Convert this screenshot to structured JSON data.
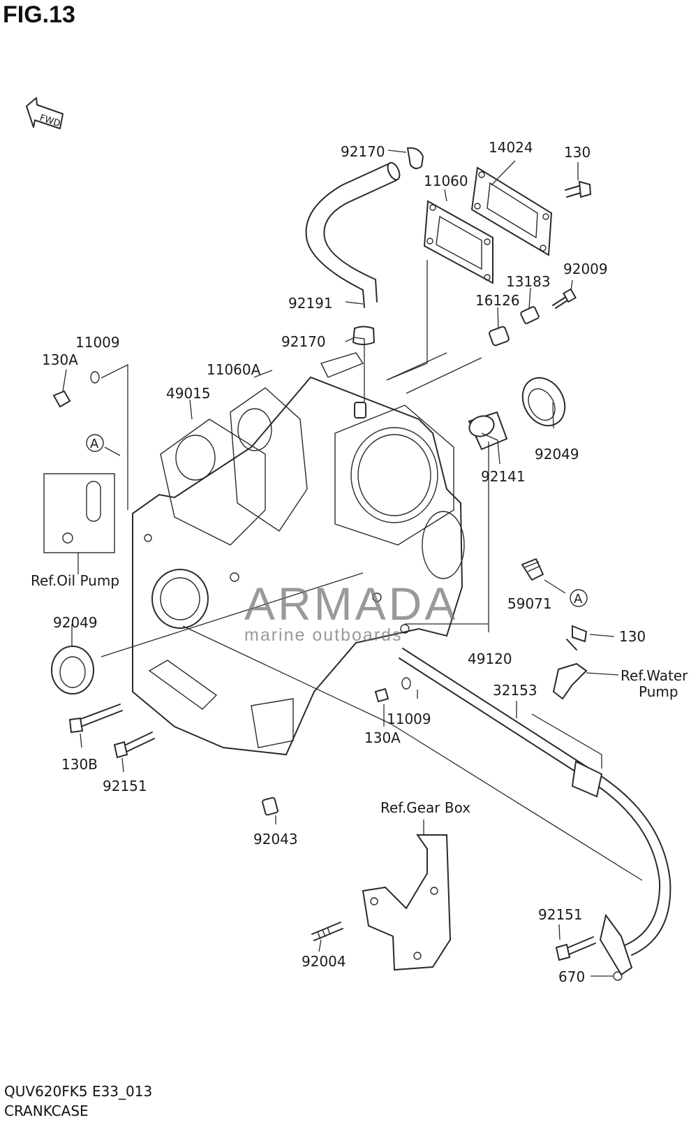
{
  "header": {
    "fig_title": "FIG.13"
  },
  "footer": {
    "code": "QUV620FK5 E33_013",
    "name": "CRANKCASE"
  },
  "fwd_label": "FWD",
  "watermark": {
    "line1": "ARMADA",
    "line2": "marine outboards",
    "color": "#e5a4c9"
  },
  "labels": [
    "92170",
    "14024",
    "130",
    "11060",
    "92009",
    "13183",
    "16126",
    "92191",
    "92170",
    "11009",
    "130A",
    "11060A",
    "49015",
    "A",
    "92049",
    "92141",
    "Ref.Oil Pump",
    "A",
    "59071",
    "92049",
    "130",
    "49120",
    "Ref.Water",
    "Pump",
    "32153",
    "11009",
    "130A",
    "130B",
    "92151",
    "92043",
    "Ref.Gear Box",
    "92151",
    "92004",
    "670"
  ]
}
